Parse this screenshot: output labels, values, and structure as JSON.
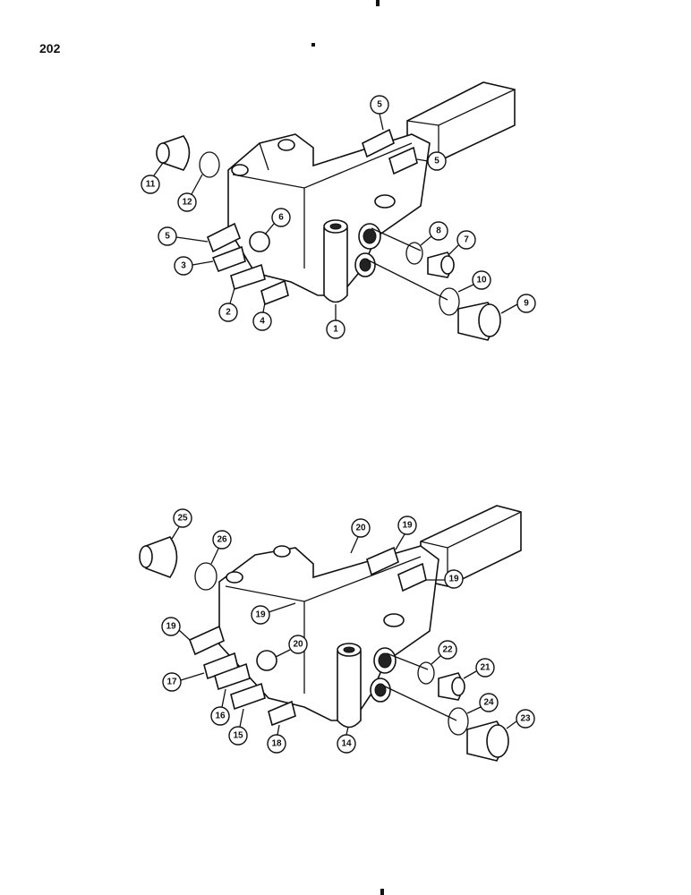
{
  "page_number": "202",
  "top_assembly": {
    "callouts": [
      "5",
      "5",
      "11",
      "12",
      "6",
      "5",
      "3",
      "2",
      "4",
      "1",
      "8",
      "7",
      "10",
      "9"
    ]
  },
  "bottom_assembly": {
    "callouts": [
      "25",
      "26",
      "20",
      "19",
      "19",
      "19",
      "19",
      "20",
      "17",
      "16",
      "15",
      "18",
      "14",
      "22",
      "21",
      "24",
      "23"
    ]
  }
}
